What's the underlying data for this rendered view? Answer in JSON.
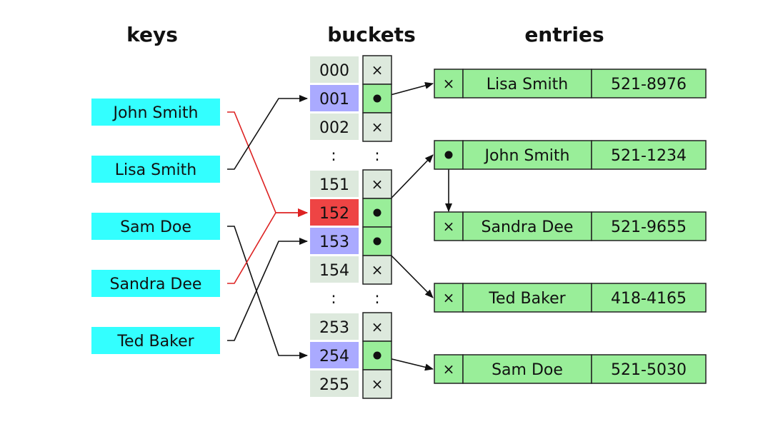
{
  "headings": {
    "keys": "keys",
    "buckets": "buckets",
    "entries": "entries"
  },
  "keys": [
    "John Smith",
    "Lisa Smith",
    "Sam Doe",
    "Sandra Dee",
    "Ted Baker"
  ],
  "buckets": [
    {
      "index": "000",
      "state": "empty",
      "highlight": "none"
    },
    {
      "index": "001",
      "state": "pointer",
      "highlight": "hashed"
    },
    {
      "index": "002",
      "state": "empty",
      "highlight": "none"
    },
    {
      "ellipsis": true
    },
    {
      "index": "151",
      "state": "empty",
      "highlight": "none"
    },
    {
      "index": "152",
      "state": "pointer",
      "highlight": "collision"
    },
    {
      "index": "153",
      "state": "pointer",
      "highlight": "hashed"
    },
    {
      "index": "154",
      "state": "empty",
      "highlight": "none"
    },
    {
      "ellipsis": true
    },
    {
      "index": "253",
      "state": "empty",
      "highlight": "none"
    },
    {
      "index": "254",
      "state": "pointer",
      "highlight": "hashed"
    },
    {
      "index": "255",
      "state": "empty",
      "highlight": "none"
    }
  ],
  "entries": [
    {
      "next": "null",
      "name": "Lisa Smith",
      "phone": "521-8976"
    },
    {
      "next": "pointer",
      "name": "John Smith",
      "phone": "521-1234"
    },
    {
      "next": "null",
      "name": "Sandra Dee",
      "phone": "521-9655"
    },
    {
      "next": "null",
      "name": "Ted Baker",
      "phone": "418-4165"
    },
    {
      "next": "null",
      "name": "Sam Doe",
      "phone": "521-5030"
    }
  ],
  "key_to_bucket": [
    {
      "key": "John Smith",
      "bucket": "152",
      "collision": true
    },
    {
      "key": "Lisa Smith",
      "bucket": "001",
      "collision": false
    },
    {
      "key": "Sam Doe",
      "bucket": "254",
      "collision": false
    },
    {
      "key": "Sandra Dee",
      "bucket": "152",
      "collision": true
    },
    {
      "key": "Ted Baker",
      "bucket": "153",
      "collision": false
    }
  ],
  "bucket_to_entry": [
    {
      "bucket": "001",
      "entry": "Lisa Smith"
    },
    {
      "bucket": "152",
      "entry": "John Smith"
    },
    {
      "bucket": "153",
      "entry": "Ted Baker"
    },
    {
      "bucket": "254",
      "entry": "Sam Doe"
    }
  ],
  "entry_to_entry": [
    {
      "from": "John Smith",
      "to": "Sandra Dee"
    }
  ],
  "symbols": {
    "null": "×",
    "ellipsis": ":"
  },
  "colors": {
    "key_fill": "#33ffff",
    "bucket_index_default": "#dde9dd",
    "bucket_index_hashed": "#aaaaff",
    "bucket_index_collision": "#ee4444",
    "bucket_cell_empty": "#dde9dd",
    "bucket_cell_pointer": "#99ee99",
    "entry_fill": "#99ee99",
    "collision_line": "#dd2222",
    "line": "#111111"
  }
}
